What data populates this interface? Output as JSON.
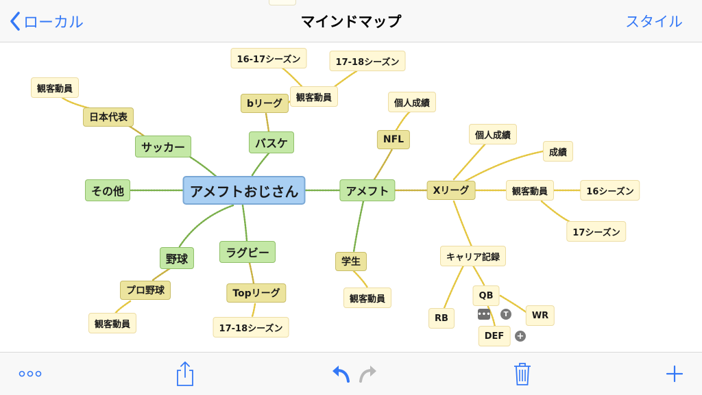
{
  "nav": {
    "back_label": "ローカル",
    "title": "マインドマップ",
    "style_label": "スタイル"
  },
  "map": {
    "root": "アメフトおじさん",
    "soccer": "サッカー",
    "soccer_japan": "日本代表",
    "soccer_japan_attendance": "観客動員",
    "basket": "バスケ",
    "basket_bleague": "bリーグ",
    "basket_attendance": "観客動員",
    "basket_1617": "16-17シーズン",
    "basket_1718": "17-18シーズン",
    "other": "その他",
    "baseball": "野球",
    "baseball_pro": "プロ野球",
    "baseball_attendance": "観客動員",
    "rugby": "ラグビー",
    "rugby_top": "Topリーグ",
    "rugby_1718": "17-18シーズン",
    "amefoot": "アメフト",
    "nfl": "NFL",
    "nfl_stats": "個人成績",
    "student": "学生",
    "student_attendance": "観客動員",
    "xleague": "Xリーグ",
    "x_stats": "個人成績",
    "x_results": "成績",
    "x_attendance": "観客動員",
    "x_16": "16シーズン",
    "x_17": "17シーズン",
    "career": "キャリア記録",
    "qb": "QB",
    "rb": "RB",
    "wr": "WR",
    "def": "DEF"
  },
  "colors": {
    "accent": "#3478f6",
    "root_fill": "#a9cff3",
    "level1_fill": "#c4e8a6",
    "level2_fill": "#ece49e",
    "level3_fill": "#fff8d6",
    "edge_green": "#7aaf4a",
    "edge_yellow": "#e4c640"
  },
  "toolbar": {
    "more": "more-icon",
    "share": "share-icon",
    "undo": "undo-icon",
    "redo": "redo-icon",
    "delete": "trash-icon",
    "add": "plus-icon"
  }
}
